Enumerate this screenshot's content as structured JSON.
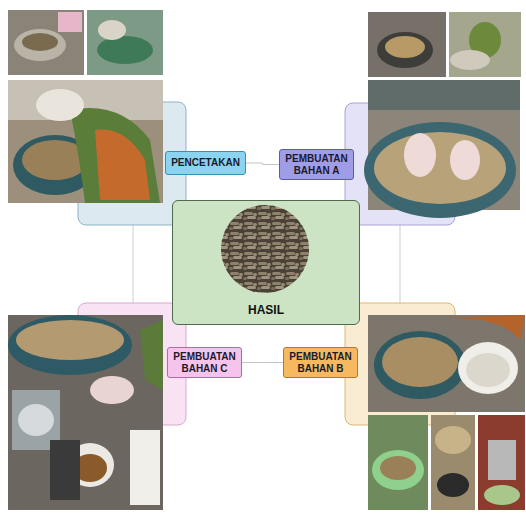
{
  "diagram": {
    "nodes": [
      {
        "text": [
          "HASIL"
        ]
      },
      {
        "text": [
          "PENCETAKAN"
        ]
      },
      {
        "text": [
          "PEMBUATAN BAHAN A"
        ]
      },
      {
        "text": [
          "PEMBUATAN BAHAN C"
        ]
      },
      {
        "text": [
          "PEMBUATAN BAHAN B"
        ]
      }
    ],
    "edges": [
      {
        "from": 1,
        "to": 2,
        "arrow": "none"
      },
      {
        "from": 3,
        "to": 4,
        "arrow": "none"
      }
    ]
  }
}
